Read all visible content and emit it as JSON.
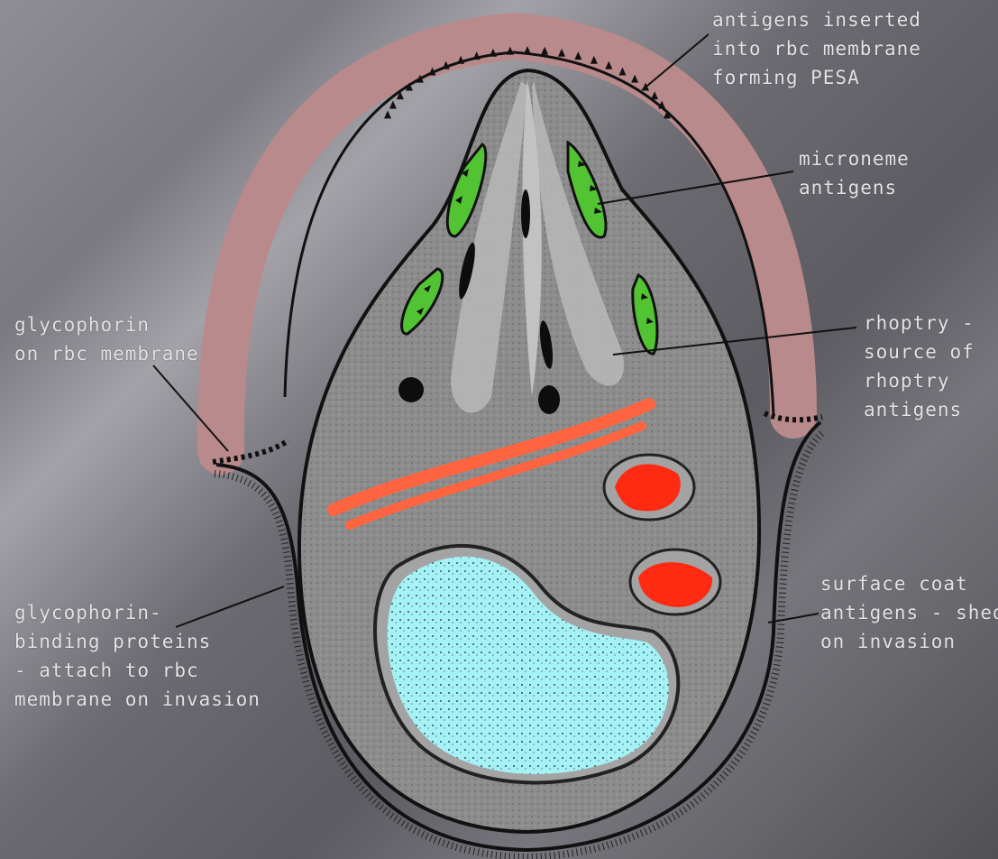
{
  "labels": {
    "pesa": [
      "antigens inserted",
      "into rbc membrane",
      "forming PESA"
    ],
    "microneme": [
      "microneme",
      "antigens"
    ],
    "rhoptry": [
      "rhoptry -",
      "source of",
      "rhoptry",
      "antigens"
    ],
    "glycophorin": [
      "glycophorin",
      "on rbc membrane"
    ],
    "surface_coat": [
      "surface coat",
      "antigens - shed",
      "on invasion"
    ],
    "binding_proteins": [
      "glycophorin-",
      "binding proteins",
      "- attach to rbc",
      "membrane on invasion"
    ]
  },
  "colors": {
    "rbc_membrane": "#b98a8c",
    "parasite_body": "#8e8e8e",
    "rhoptry": "#b8b8b8",
    "microneme": "#52c434",
    "mitochondrion": "#ff6440",
    "apicoplast": "#ff2a12",
    "nucleus": "#9ff0f4",
    "outline": "#111111"
  }
}
